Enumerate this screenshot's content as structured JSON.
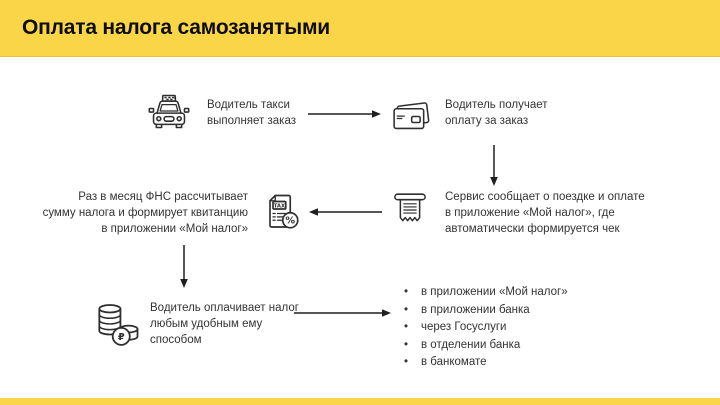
{
  "header": {
    "title": "Оплата налога самозанятыми"
  },
  "theme": {
    "accent_yellow": "#FAD547",
    "text_color": "#333333",
    "icon_stroke": "#2E2E2E",
    "arrow_color": "#1F1F1F",
    "background": "#FFFFFF"
  },
  "flow": {
    "steps": [
      {
        "icon": "taxi-icon",
        "label": "Водитель такси\nвыполняет заказ"
      },
      {
        "icon": "bank-card-icon",
        "label": "Водитель получает\nоплату за заказ"
      },
      {
        "icon": "receipt-icon",
        "label": "Сервис сообщает о поездке и оплате\nв приложение «Мой налог», где\nавтоматически формируется чек"
      },
      {
        "icon": "tax-document-icon",
        "label": "Раз в месяц ФНС рассчитывает\nсумму налога и формирует квитанцию\nв приложении «Мой налог»"
      },
      {
        "icon": "coins-icon",
        "label": "Водитель оплачивает налог\nлюбым удобным ему\nспособом"
      }
    ],
    "payment_methods": [
      "в приложении «Мой налог»",
      "в приложении банка",
      "через Госуслуги",
      "в отделении банка",
      "в банкомате"
    ]
  }
}
